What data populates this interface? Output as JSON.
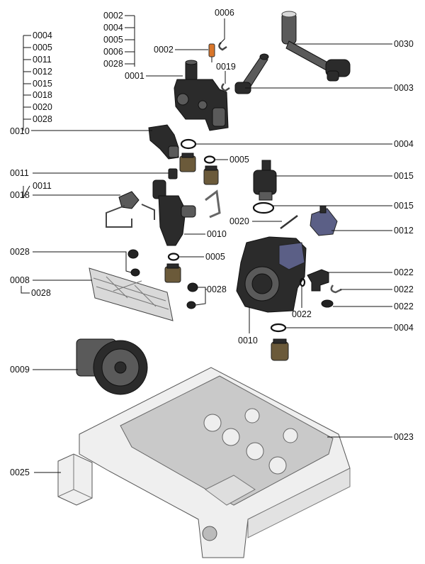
{
  "labels": {
    "g0004": "0004",
    "g0005": "0005",
    "g0011": "0011",
    "g0012": "0012",
    "g0015": "0015",
    "g0018": "0018",
    "g0020": "0020",
    "g0028": "0028",
    "g0010": "0010",
    "t0002a": "0002",
    "t0004a": "0004",
    "t0005a": "0005",
    "t0006a": "0006",
    "t0028a": "0028",
    "t0001": "0001",
    "t0002b": "0002",
    "t0006b": "0006",
    "t0019": "0019",
    "r0030": "0030",
    "r0003": "0003",
    "r0004a": "0004",
    "r0005a": "0005",
    "l0011a": "0011",
    "r0015a": "0015",
    "r0015b": "0015",
    "l0011b": "0011",
    "l0018": "0018",
    "r0020": "0020",
    "r0012": "0012",
    "r0010a": "0010",
    "l0028a": "0028",
    "r0005b": "0005",
    "l0008": "0008",
    "l0028b": "0028",
    "r0028": "0028",
    "r0022a": "0022",
    "r0022b": "0022",
    "r0022c": "0022",
    "r0022d": "0022",
    "r0004b": "0004",
    "r0010b": "0010",
    "l0009": "0009",
    "r0023": "0023",
    "l0025": "0025"
  }
}
